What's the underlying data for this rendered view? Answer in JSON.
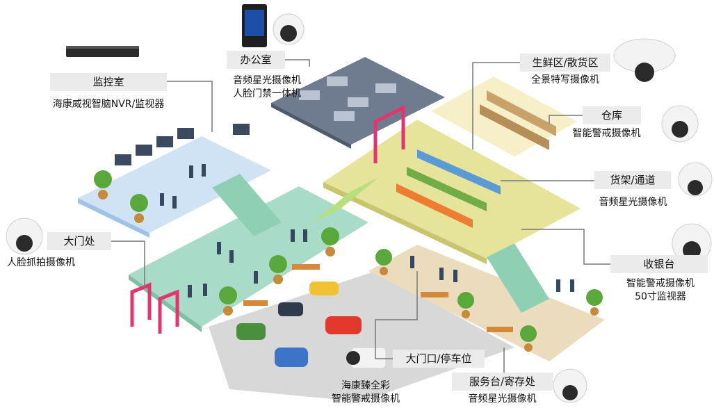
{
  "zones": {
    "monitor_room": {
      "tag": "监控室",
      "devices": [
        "海康威视智脑NVR/监视器"
      ]
    },
    "office": {
      "tag": "办公室",
      "devices": [
        "音频星光摄像机",
        "人脸门禁一体机"
      ]
    },
    "fresh_area": {
      "tag": "生鲜区/散货区",
      "devices": [
        "全景特写摄像机"
      ]
    },
    "warehouse": {
      "tag": "仓库",
      "devices": [
        "智能警戒摄像机"
      ]
    },
    "shelf_aisle": {
      "tag": "货架/通道",
      "devices": [
        "音频星光摄像机"
      ]
    },
    "checkout": {
      "tag": "收银台",
      "devices": [
        "智能警戒摄像机",
        "50寸监视器"
      ]
    },
    "main_gate": {
      "tag": "大门处",
      "devices": [
        "人脸抓拍摄像机"
      ]
    },
    "gate_parking": {
      "tag": "大门口/停车位",
      "devices": [
        "海康臻全彩",
        "智能警戒摄像机"
      ]
    },
    "service_desk": {
      "tag": "服务台/寄存处",
      "devices": [
        "音频星光摄像机"
      ]
    }
  },
  "colors": {
    "floor_blue": "#cfe3f5",
    "floor_green": "#a9dcc8",
    "floor_yellow": "#e6e39a",
    "floor_beige": "#eadcbd",
    "floor_gray": "#6f7b8e",
    "floor_cream": "#f6efc7",
    "ground": "#d8d8d8",
    "leader_line": "#777777",
    "tag_bg": "#ebebeb"
  }
}
